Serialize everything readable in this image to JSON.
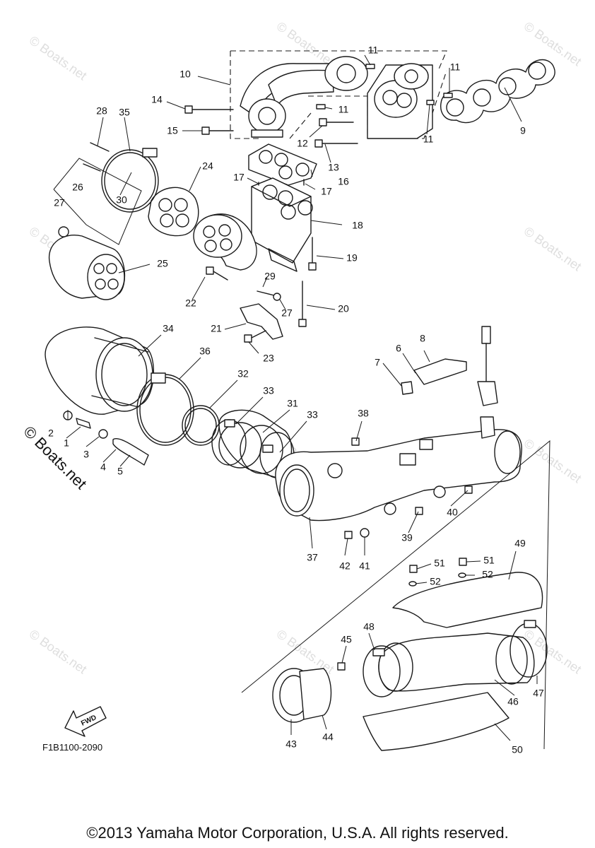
{
  "figure_code": "F1B1100-2090",
  "fwd_label": "FWD",
  "copyright": "©2013 Yamaha Motor Corporation, U.S.A. All rights reserved.",
  "watermark": "© Boats.net",
  "callouts": [
    "1",
    "2",
    "3",
    "4",
    "5",
    "6",
    "7",
    "8",
    "9",
    "10",
    "11",
    "11",
    "11",
    "11",
    "12",
    "13",
    "14",
    "15",
    "16",
    "17",
    "17",
    "18",
    "19",
    "20",
    "21",
    "22",
    "23",
    "24",
    "25",
    "26",
    "27",
    "27",
    "28",
    "29",
    "30",
    "31",
    "32",
    "33",
    "33",
    "34",
    "35",
    "36",
    "37",
    "38",
    "39",
    "40",
    "41",
    "42",
    "43",
    "44",
    "45",
    "46",
    "47",
    "48",
    "49",
    "50",
    "51",
    "51",
    "52",
    "52"
  ]
}
